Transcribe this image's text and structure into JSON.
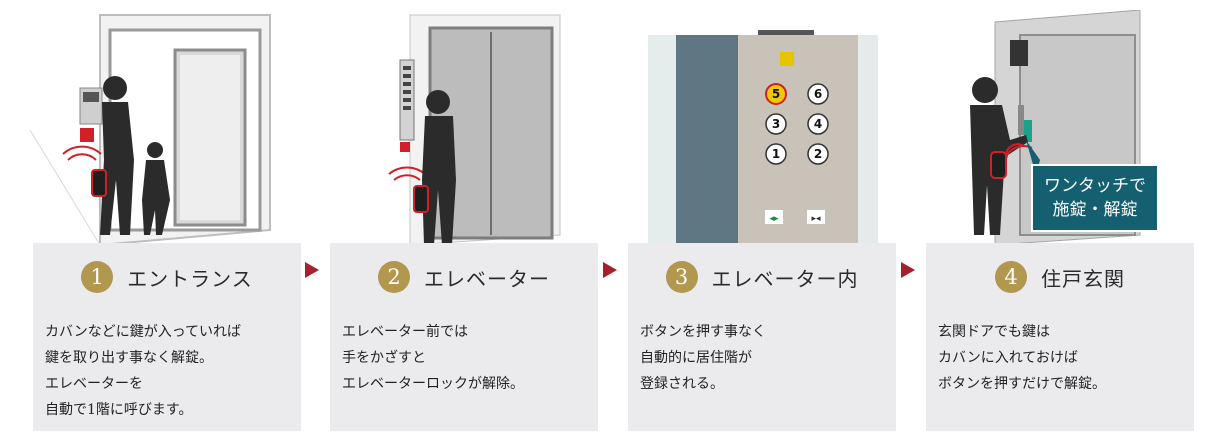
{
  "steps": [
    {
      "num": "1",
      "title": "エントランス",
      "desc": "カバンなどに鍵が入っていれば\n鍵を取り出す事なく解錠。\nエレベーターを\n自動で1階に呼びます。"
    },
    {
      "num": "2",
      "title": "エレベーター",
      "desc": "エレベーター前では\n手をかざすと\nエレベーターロックが解除。"
    },
    {
      "num": "3",
      "title": "エレベーター内",
      "desc": "ボタンを押す事なく\n自動的に居住階が\n登録される。"
    },
    {
      "num": "4",
      "title": "住戸玄関",
      "desc": "玄関ドアでも鍵は\nカバンに入れておけば\nボタンを押すだけで解錠。"
    }
  ],
  "callout": {
    "line1": "ワンタッチで",
    "line2": "施錠・解錠"
  },
  "elevator_buttons": [
    "5",
    "6",
    "3",
    "4",
    "1",
    "2"
  ],
  "colors": {
    "number_badge": "#b2974f",
    "arrow": "#a5202a",
    "panel_bg": "#ebebed",
    "callout_bg": "#145f70"
  }
}
